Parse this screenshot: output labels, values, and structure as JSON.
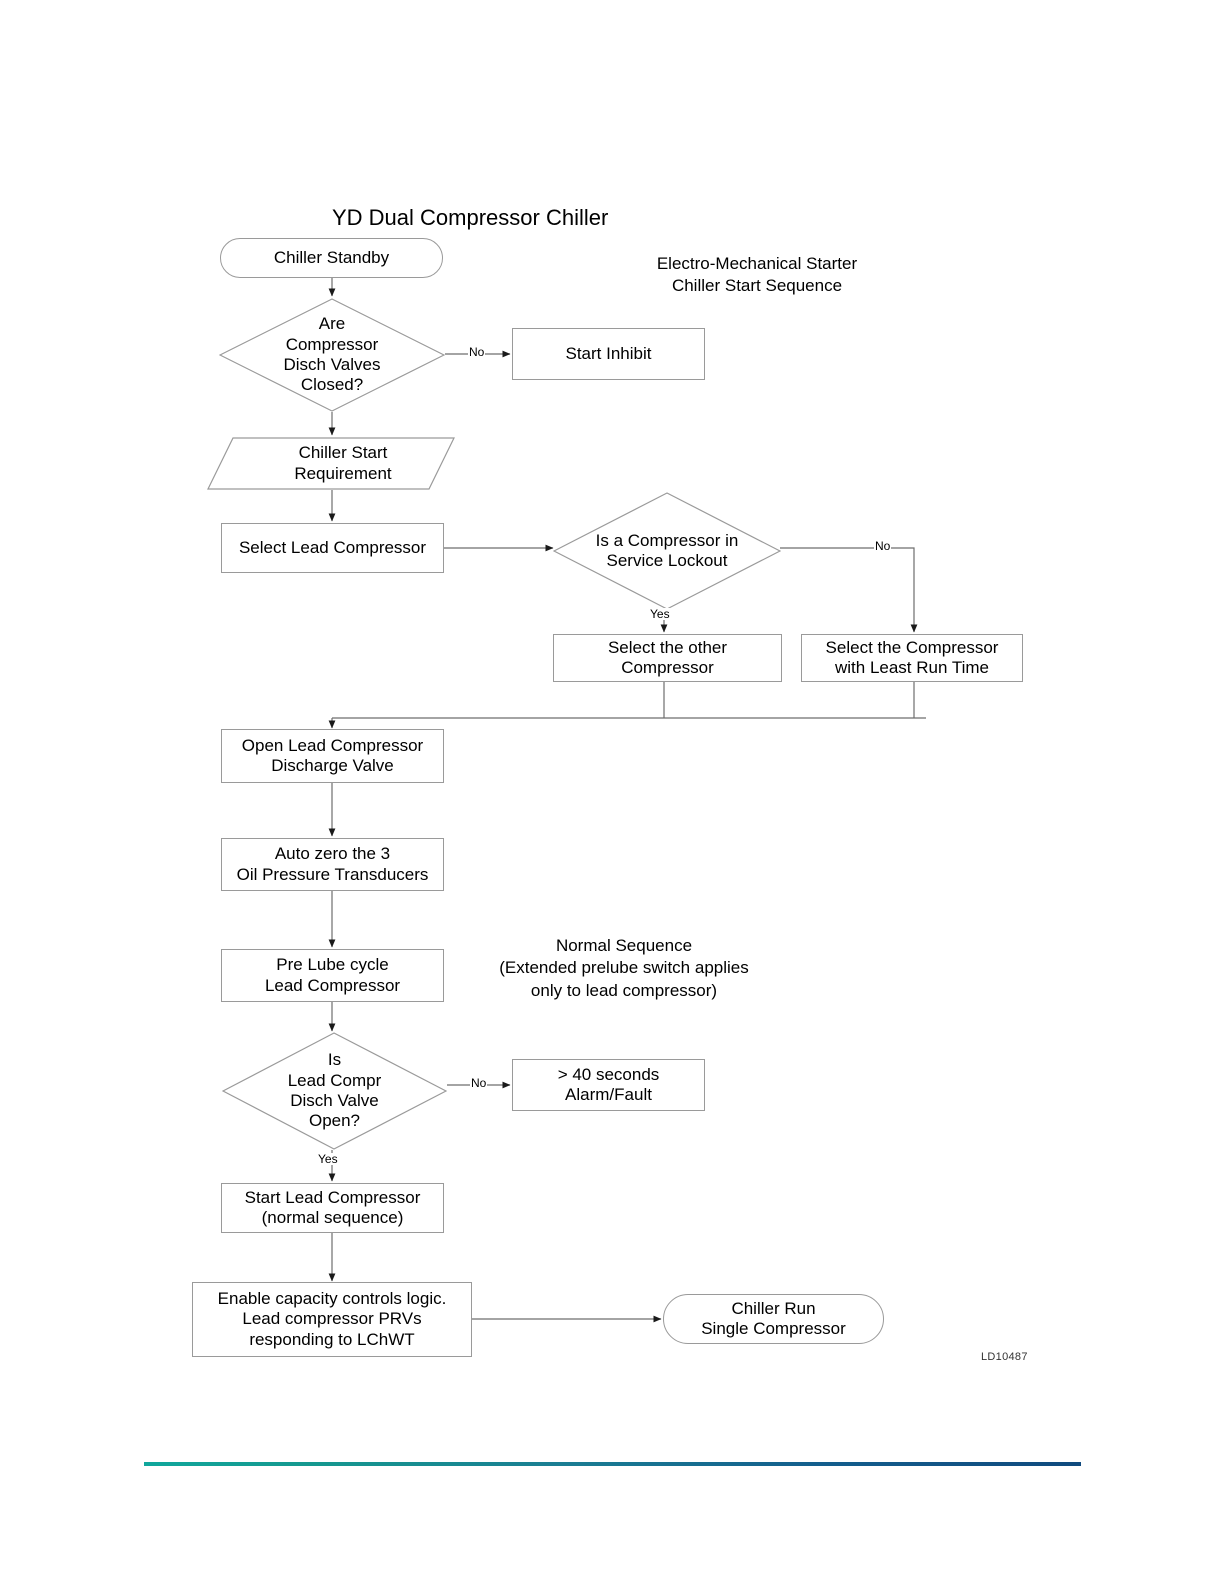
{
  "document": {
    "title": "YD Dual Compressor Chiller",
    "subtitle": "Electro-Mechanical Starter\nChiller Start Sequence",
    "figure_code": "LD10487"
  },
  "annotations": [
    {
      "name": "normal-sequence-note",
      "text": "Normal Sequence\n(Extended prelube switch applies\nonly to lead compressor)"
    }
  ],
  "nodes": {
    "chiller_standby": "Chiller Standby",
    "are_disch_valves_closed": "Are\nCompressor\nDisch Valves\nClosed?",
    "start_inhibit": "Start Inhibit",
    "chiller_start_requirement": "Chiller Start\nRequirement",
    "select_lead_compressor": "Select Lead Compressor",
    "is_compressor_service_lockout": "Is a Compressor in\nService Lockout",
    "select_other_compressor": "Select the other\nCompressor",
    "select_least_run_time": "Select the Compressor\nwith Least Run Time",
    "open_lead_discharge_valve": "Open Lead Compressor\nDischarge Valve",
    "auto_zero_transducers": "Auto zero the 3\nOil Pressure Transducers",
    "pre_lube_cycle": "Pre Lube cycle\nLead Compressor",
    "is_lead_disch_valve_open": "Is\nLead Compr\nDisch Valve\nOpen?",
    "alarm_fault_40s": "> 40 seconds\nAlarm/Fault",
    "start_lead_compressor": "Start Lead Compressor\n(normal sequence)",
    "enable_capacity_controls": "Enable capacity controls logic.\nLead compressor PRVs\nresponding to LChWT",
    "chiller_run": "Chiller Run\nSingle Compressor"
  },
  "edge_labels": {
    "disch_valves_no": "No",
    "lockout_no": "No",
    "lockout_yes": "Yes",
    "lead_valve_no": "No",
    "lead_valve_yes": "Yes"
  },
  "colors": {
    "shape_stroke": "#9a9a9a",
    "wire_stroke": "#6d6d6d",
    "text": "#000000",
    "rule_start": "#10a79c",
    "rule_end": "#104a7e"
  },
  "chart_data": {
    "type": "diagram",
    "diagram_kind": "flowchart",
    "title": "YD Dual Compressor Chiller",
    "nodes": [
      {
        "id": "n1",
        "shape": "terminal",
        "label": "Chiller Standby"
      },
      {
        "id": "n2",
        "shape": "decision",
        "label": "Are Compressor Disch Valves Closed?"
      },
      {
        "id": "n3",
        "shape": "process",
        "label": "Start Inhibit"
      },
      {
        "id": "n4",
        "shape": "data",
        "label": "Chiller Start Requirement"
      },
      {
        "id": "n5",
        "shape": "process",
        "label": "Select Lead Compressor"
      },
      {
        "id": "n6",
        "shape": "decision",
        "label": "Is a Compressor in Service Lockout"
      },
      {
        "id": "n7",
        "shape": "process",
        "label": "Select the other Compressor"
      },
      {
        "id": "n8",
        "shape": "process",
        "label": "Select the Compressor with Least Run Time"
      },
      {
        "id": "n9",
        "shape": "process",
        "label": "Open Lead Compressor Discharge Valve"
      },
      {
        "id": "n10",
        "shape": "process",
        "label": "Auto zero the 3 Oil Pressure Transducers"
      },
      {
        "id": "n11",
        "shape": "process",
        "label": "Pre Lube cycle Lead Compressor"
      },
      {
        "id": "n12",
        "shape": "decision",
        "label": "Is Lead Compr Disch Valve Open?"
      },
      {
        "id": "n13",
        "shape": "process",
        "label": "> 40 seconds Alarm/Fault"
      },
      {
        "id": "n14",
        "shape": "process",
        "label": "Start Lead Compressor (normal sequence)"
      },
      {
        "id": "n15",
        "shape": "process",
        "label": "Enable capacity controls logic. Lead compressor PRVs responding to LChWT"
      },
      {
        "id": "n16",
        "shape": "terminal",
        "label": "Chiller Run Single Compressor"
      }
    ],
    "edges": [
      {
        "from": "n1",
        "to": "n2",
        "label": ""
      },
      {
        "from": "n2",
        "to": "n3",
        "label": "No"
      },
      {
        "from": "n2",
        "to": "n4",
        "label": ""
      },
      {
        "from": "n4",
        "to": "n5",
        "label": ""
      },
      {
        "from": "n5",
        "to": "n6",
        "label": ""
      },
      {
        "from": "n6",
        "to": "n7",
        "label": "Yes"
      },
      {
        "from": "n6",
        "to": "n8",
        "label": "No"
      },
      {
        "from": "n7",
        "to": "n9",
        "label": ""
      },
      {
        "from": "n8",
        "to": "n9",
        "label": ""
      },
      {
        "from": "n9",
        "to": "n10",
        "label": ""
      },
      {
        "from": "n10",
        "to": "n11",
        "label": ""
      },
      {
        "from": "n11",
        "to": "n12",
        "label": ""
      },
      {
        "from": "n12",
        "to": "n13",
        "label": "No"
      },
      {
        "from": "n12",
        "to": "n14",
        "label": "Yes"
      },
      {
        "from": "n14",
        "to": "n15",
        "label": ""
      },
      {
        "from": "n15",
        "to": "n16",
        "label": ""
      }
    ]
  }
}
